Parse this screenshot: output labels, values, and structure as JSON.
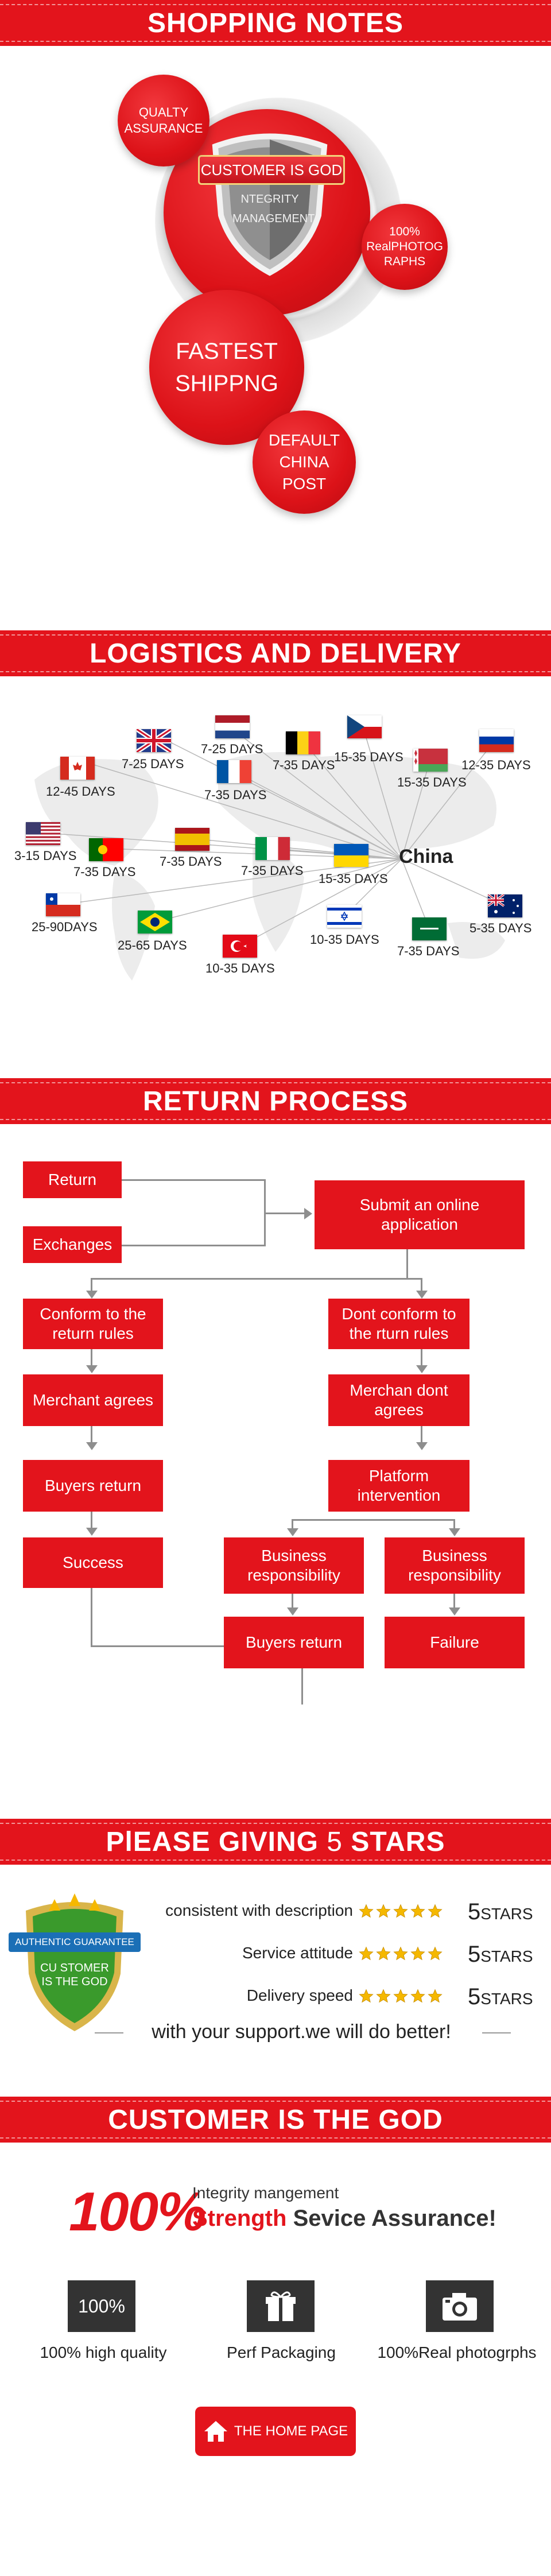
{
  "shopping_notes": {
    "title": "SHOPPING NOTES",
    "badges": {
      "quality": "QUALTY ASSURANCE",
      "shield_top": "CUSTOMER IS GOD",
      "shield_sub": "NTEGRITY MANAGEMENT",
      "real_photos": "100% RealPHOTOG RAPHS",
      "fastest": "FASTEST SHIPPNG",
      "default_post": "DEFAULT CHINA POST"
    }
  },
  "logistics": {
    "title": "LOGISTICS AND DELIVERY",
    "hub": "China",
    "destinations": [
      {
        "flag": "uk-flag",
        "days": "7-25 DAYS"
      },
      {
        "flag": "netherlands-flag",
        "days": "7-25 DAYS"
      },
      {
        "flag": "belgium-flag",
        "days": "7-35 DAYS"
      },
      {
        "flag": "czech-flag",
        "days": "15-35 DAYS"
      },
      {
        "flag": "russia-flag",
        "days": "12-35 DAYS"
      },
      {
        "flag": "canada-flag",
        "days": "12-45 DAYS"
      },
      {
        "flag": "france-flag",
        "days": "7-35 DAYS"
      },
      {
        "flag": "belarus-flag",
        "days": "15-35 DAYS"
      },
      {
        "flag": "usa-flag",
        "days": "3-15 DAYS"
      },
      {
        "flag": "spain-flag",
        "days": "7-35 DAYS"
      },
      {
        "flag": "portugal-flag",
        "days": "7-35 DAYS"
      },
      {
        "flag": "italy-flag",
        "days": "7-35 DAYS"
      },
      {
        "flag": "ukraine-flag",
        "days": "15-35 DAYS"
      },
      {
        "flag": "chile-flag",
        "days": "25-90DAYS"
      },
      {
        "flag": "brazil-flag",
        "days": "25-65 DAYS"
      },
      {
        "flag": "israel-flag",
        "days": "10-35 DAYS"
      },
      {
        "flag": "saudi-flag",
        "days": "7-35 DAYS"
      },
      {
        "flag": "australia-flag",
        "days": "5-35 DAYS"
      },
      {
        "flag": "turkey-flag",
        "days": "10-35 DAYS"
      }
    ]
  },
  "return_process": {
    "title": "RETURN PROCESS",
    "return": "Return",
    "exchanges": "Exchanges",
    "submit": "Submit an online application",
    "conform": "Conform to the return rules",
    "dont_conform": "Dont conform to the rturn rules",
    "merchant_agrees": "Merchant agrees",
    "merchant_dont": "Merchan dont agrees",
    "buyers_return_1": "Buyers return",
    "platform": "Platform intervention",
    "success": "Success",
    "business_1": "Business responsibility",
    "business_2": "Business responsibility",
    "buyers_return_2": "Buyers return",
    "failure": "Failure"
  },
  "stars": {
    "title_prefix": "PlEASE GIVING ",
    "title_num": "5",
    "title_suffix": " STARS",
    "shield_ribbon": "AUTHENTIC GUARANTEE",
    "shield_text": "CU STOMER IS THE GOD",
    "rows": [
      {
        "label": "consistent with description",
        "num": "5",
        "unit": "STARS",
        "rating": 5
      },
      {
        "label": "Service attitude",
        "num": "5",
        "unit": "STARS",
        "rating": 5
      },
      {
        "label": "Delivery speed",
        "num": "5",
        "unit": "STARS",
        "rating": 5
      }
    ],
    "support": "with your support.we will do better!"
  },
  "customer": {
    "title": "CUSTOMER IS THE GOD",
    "big": "100%",
    "integrity": "Integrity mangement",
    "strength": "Strength",
    "assurance": "Sevice Assurance!",
    "features": [
      {
        "icon": "100%",
        "label": "100% high quality"
      },
      {
        "icon": "gift-icon",
        "label": "Perf Packaging"
      },
      {
        "icon": "camera-icon",
        "label": "100%Real photogrphs"
      }
    ],
    "home_button": "THE HOME PAGE"
  },
  "colors": {
    "accent": "#e3141c",
    "dark": "#333333",
    "star": "#f5b800"
  }
}
